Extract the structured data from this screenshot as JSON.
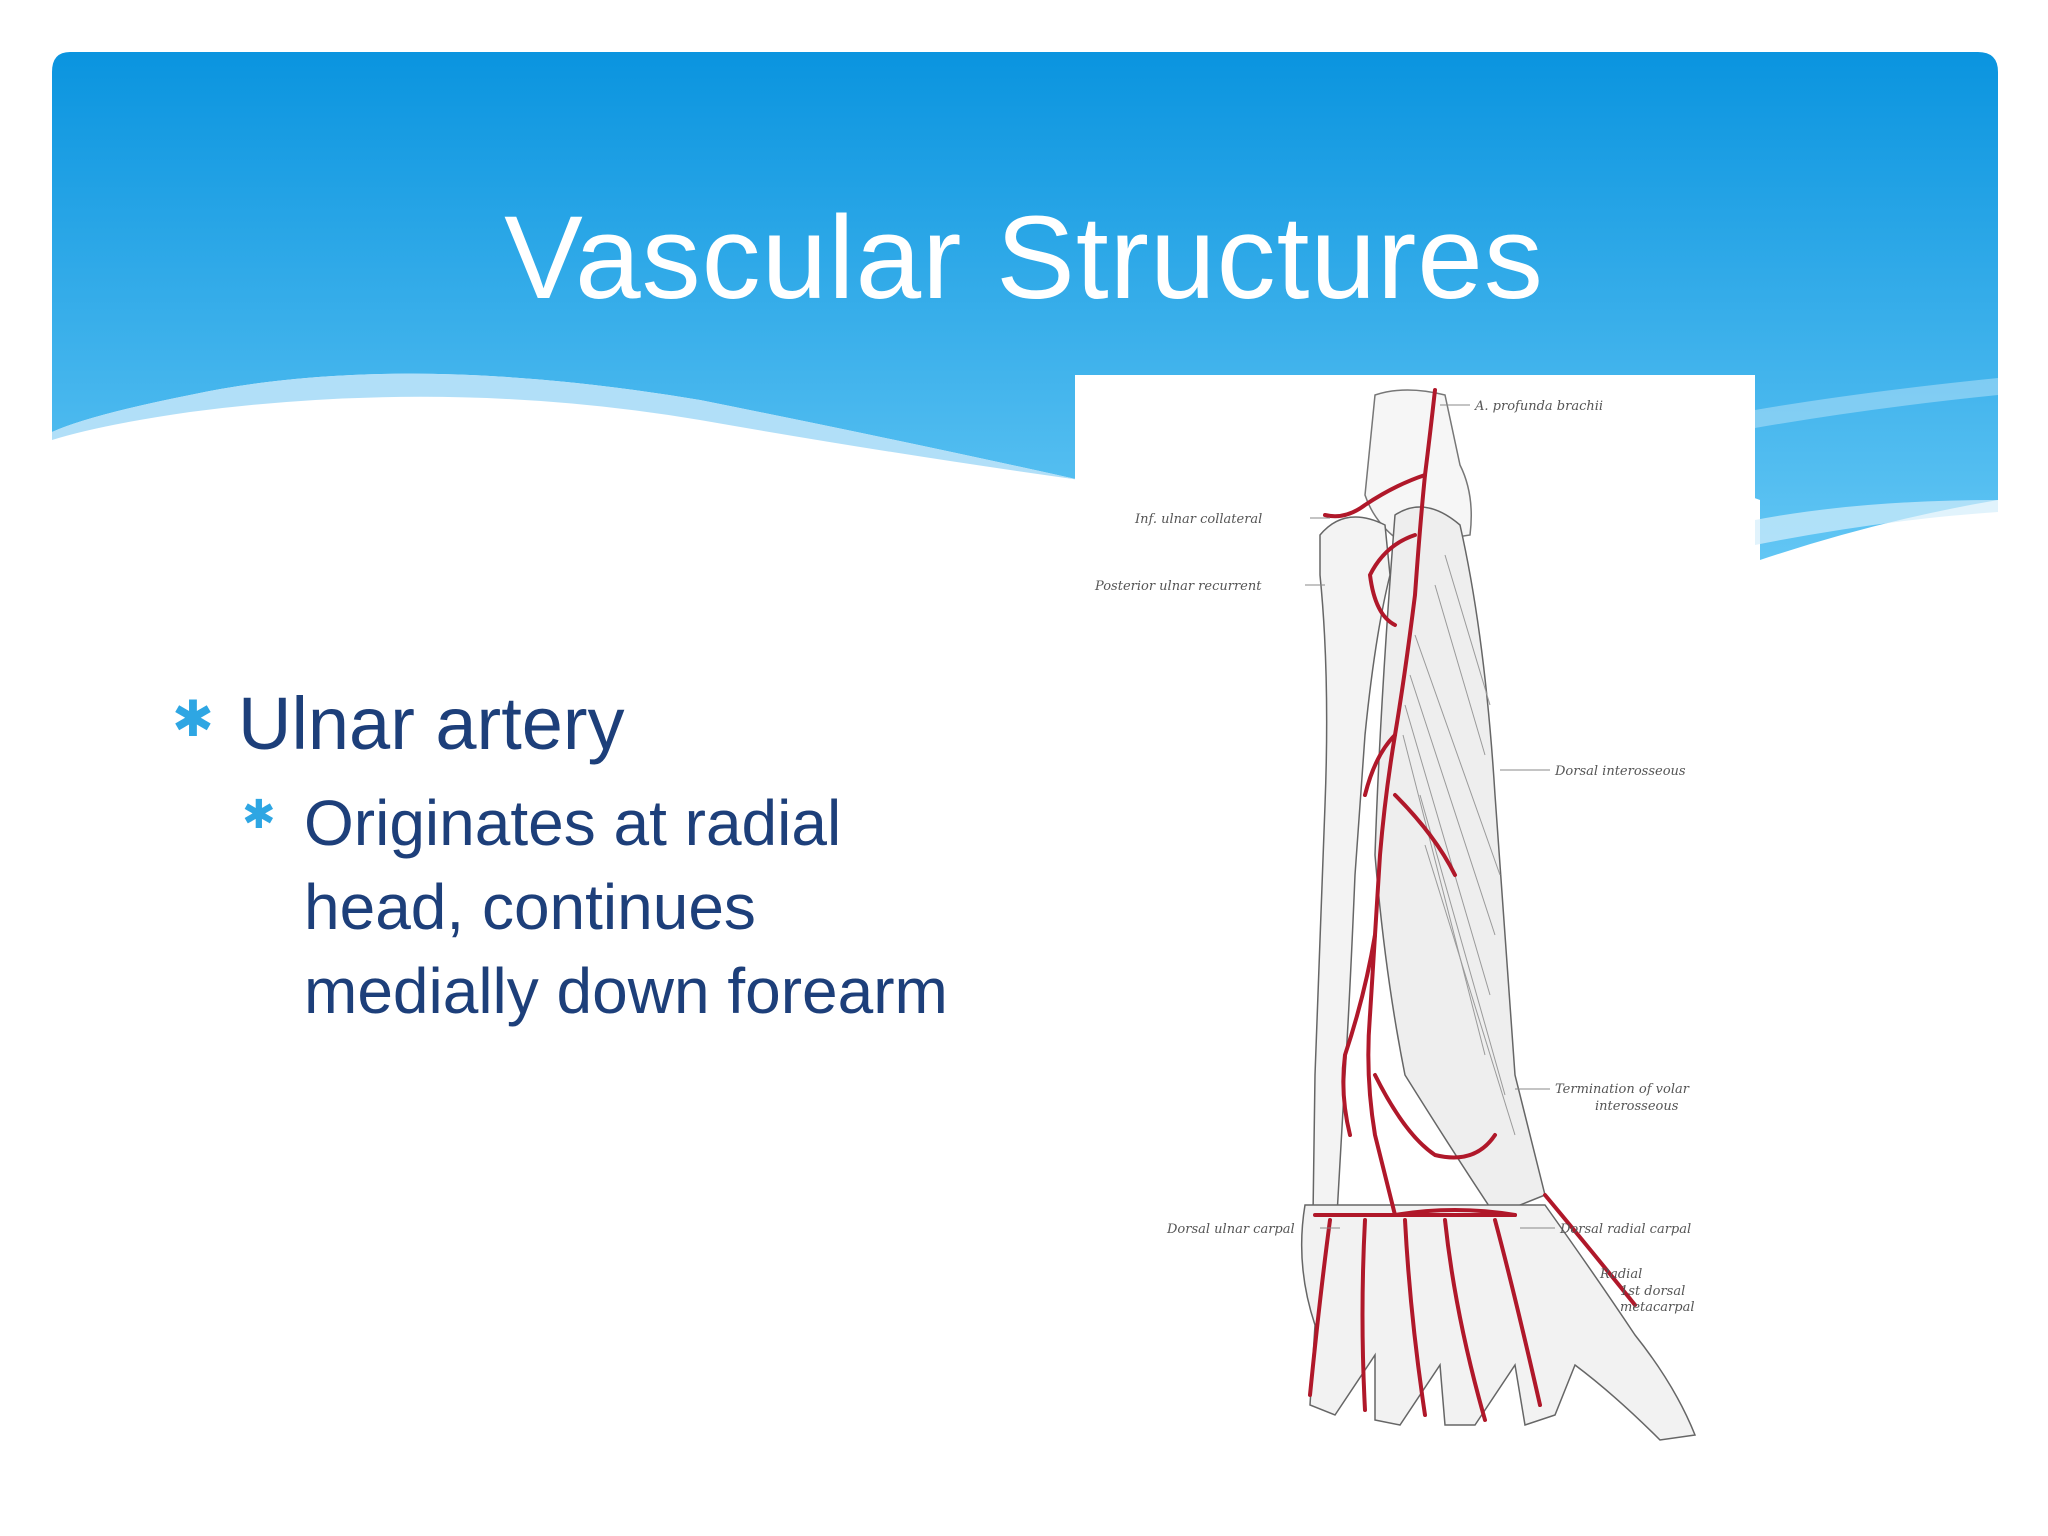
{
  "slide": {
    "title": "Vascular Structures",
    "bullets": [
      {
        "text": "Ulnar artery",
        "sub": [
          {
            "lines": [
              "Originates at radial",
              "head, continues",
              "medially down forearm"
            ]
          }
        ]
      }
    ]
  },
  "figure": {
    "labels": {
      "profunda": "A. profunda brachii",
      "inf_ulnar": "Inf. ulnar collateral",
      "post_ulnar": "Posterior ulnar recurrent",
      "dorsal_interosseous": "Dorsal interosseous",
      "termination_1": "Termination of volar",
      "termination_2": "interosseous",
      "dorsal_ulnar_carpal": "Dorsal ulnar carpal",
      "dorsal_radial_carpal": "Dorsal radial carpal",
      "radial": "Radial",
      "first_dorsal_1": "1st dorsal",
      "first_dorsal_2": "metacarpal"
    }
  },
  "colors": {
    "banner_top": "#0a94df",
    "banner_bottom": "#5cc3f3",
    "wave_light": "#a9dcf7",
    "text_dark_blue": "#1d3f7a",
    "bullet_blue": "#2ea6e3",
    "artery_red": "#b0182a"
  }
}
